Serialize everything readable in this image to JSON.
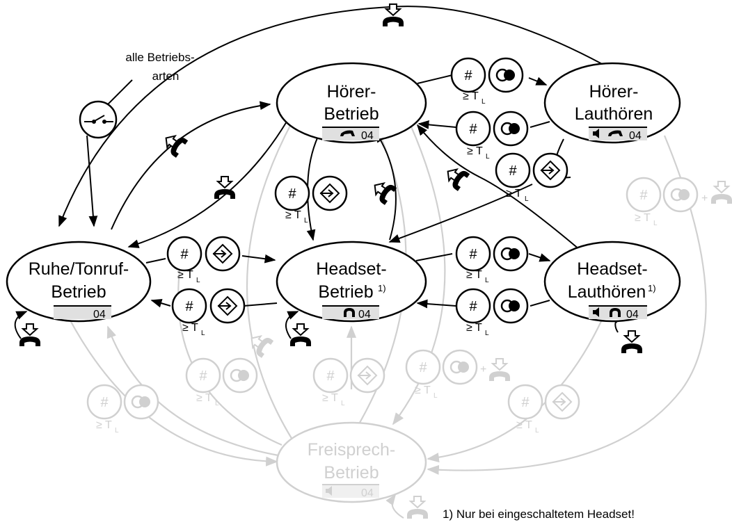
{
  "title_note": {
    "line1": "alle Betriebs-",
    "line2": "arten"
  },
  "states": {
    "ruhe": {
      "line1": "Ruhe/Tonruf-",
      "line2": "Betrieb",
      "display": "04",
      "sup": ""
    },
    "hoerer": {
      "line1": "Hörer-",
      "line2": "Betrieb",
      "display": "04",
      "sup": ""
    },
    "hoerer_laut": {
      "line1": "Hörer-",
      "line2": "Lauthören",
      "display": "04",
      "sup": ""
    },
    "headset": {
      "line1": "Headset-",
      "line2": "Betrieb",
      "display": "04",
      "sup": "1)"
    },
    "headset_laut": {
      "line1": "Headset-",
      "line2": "Lauthören",
      "display": "04",
      "sup": "1)"
    },
    "freisprech": {
      "line1": "Freisprech-",
      "line2": "Betrieb",
      "display": "04",
      "sup": ""
    }
  },
  "keys": {
    "hash": "#",
    "threshold": "≥ T",
    "threshold_sub": "L",
    "plus": "+"
  },
  "icons": [
    "handset-up-icon",
    "handset-down-icon",
    "switch-icon",
    "hash-key-icon",
    "speaker-key-icon",
    "headset-key-icon",
    "speaker-icon",
    "headset-icon",
    "handset-icon"
  ],
  "colors": {
    "active": "#000000",
    "inactive": "#d0d0d0",
    "display_bg": "#e0e0e0"
  },
  "footnote": "1) Nur bei eingeschaltetem Headset!"
}
